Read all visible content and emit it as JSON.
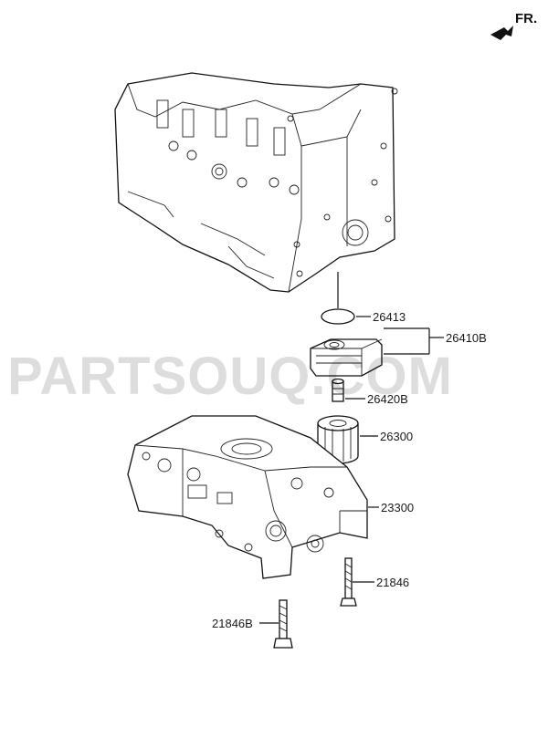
{
  "watermark": "PARTSOUQ.COM",
  "direction": {
    "label": "FR."
  },
  "parts": [
    {
      "number": "26413",
      "name": "o-ring"
    },
    {
      "number": "26410B",
      "name": "oil-cooler-assy"
    },
    {
      "number": "26420B",
      "name": "fitting"
    },
    {
      "number": "26300",
      "name": "oil-filter"
    },
    {
      "number": "23300",
      "name": "balance-shaft-module"
    },
    {
      "number": "21846",
      "name": "bolt"
    },
    {
      "number": "21846B",
      "name": "bolt"
    }
  ]
}
